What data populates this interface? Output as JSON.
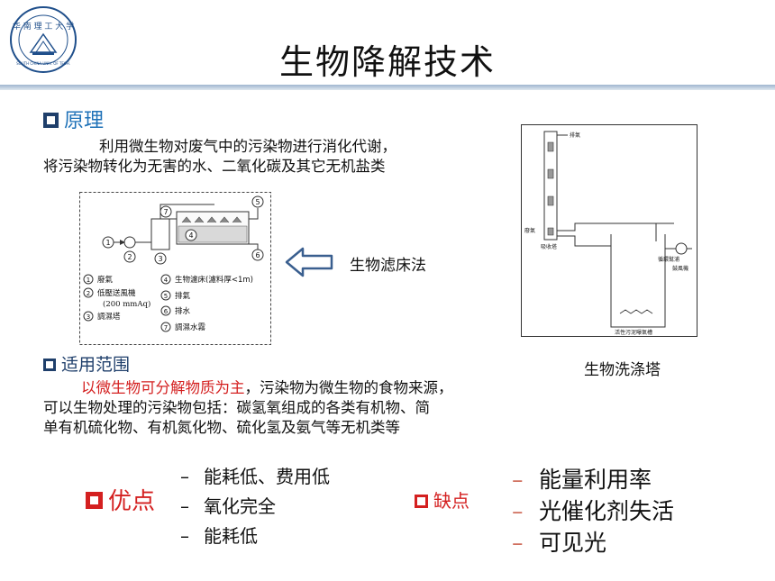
{
  "header": {
    "title": "生物降解技术",
    "logo_text": "华南理工大学 SOUTH CHINA UNIVERSITY OF TECHNOLOGY"
  },
  "principle": {
    "heading": "原理",
    "line1": "利用微生物对废气中的污染物进行消化代谢，",
    "line2": "将污染物转化为无害的水、二氧化碳及其它无机盐类"
  },
  "diagram": {
    "method_label": "生物滤床法",
    "numbers": [
      "1",
      "2",
      "3",
      "4",
      "5",
      "6",
      "7"
    ],
    "legend": [
      {
        "n": "1",
        "t": "廢氣"
      },
      {
        "n": "2",
        "t": "低壓送風機"
      },
      {
        "n": "",
        "t": "(200 mmAq)"
      },
      {
        "n": "3",
        "t": "調濕塔"
      },
      {
        "n": "4",
        "t": "生物濾床(濾料厚<1m)"
      },
      {
        "n": "5",
        "t": "排氣"
      },
      {
        "n": "6",
        "t": "排水"
      },
      {
        "n": "7",
        "t": "調濕水霧"
      }
    ]
  },
  "tower": {
    "label": "生物洗涤塔",
    "parts": [
      "排氣",
      "廢氣",
      "吸收塔",
      "循環幫浦",
      "鼓風機",
      "活性污泥曝氣槽"
    ]
  },
  "scope": {
    "heading": "适用范围",
    "highlight": "以微生物可分解物质为主",
    "line1_rest": "，污染物为微生物的食物来源，",
    "line2": "可以生物处理的污染物包括：碳氢氧组成的各类有机物、简",
    "line3": "单有机硫化物、有机氮化物、硫化氢及氨气等无机类等"
  },
  "advantages": {
    "heading": "优点",
    "items": [
      "能耗低、费用低",
      "氧化完全",
      "能耗低"
    ]
  },
  "disadvantages": {
    "heading": "缺点",
    "items": [
      "能量利用率",
      "光催化剂失活",
      "可见光"
    ]
  },
  "colors": {
    "accent_blue": "#1f72b8",
    "dark_blue": "#1f3f6b",
    "red": "#d42020"
  }
}
